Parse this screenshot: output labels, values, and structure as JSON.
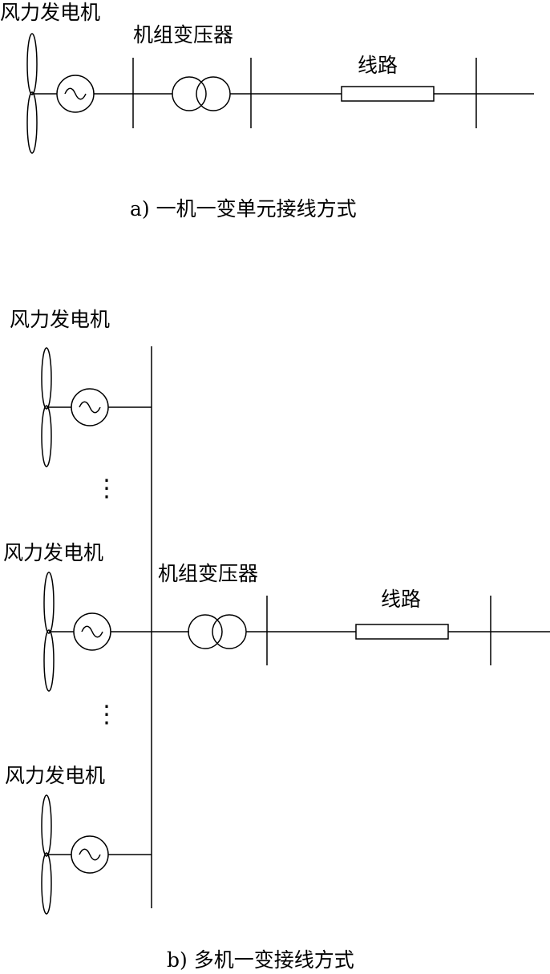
{
  "labels": {
    "generator": "风力发电机",
    "transformer": "机组变压器",
    "line": "线路",
    "caption_a": "a) 一机一变单元接线方式",
    "caption_b": "b) 多机一变接线方式",
    "ellipsis": "⋮"
  },
  "colors": {
    "stroke": "#000000",
    "background": "#ffffff"
  }
}
